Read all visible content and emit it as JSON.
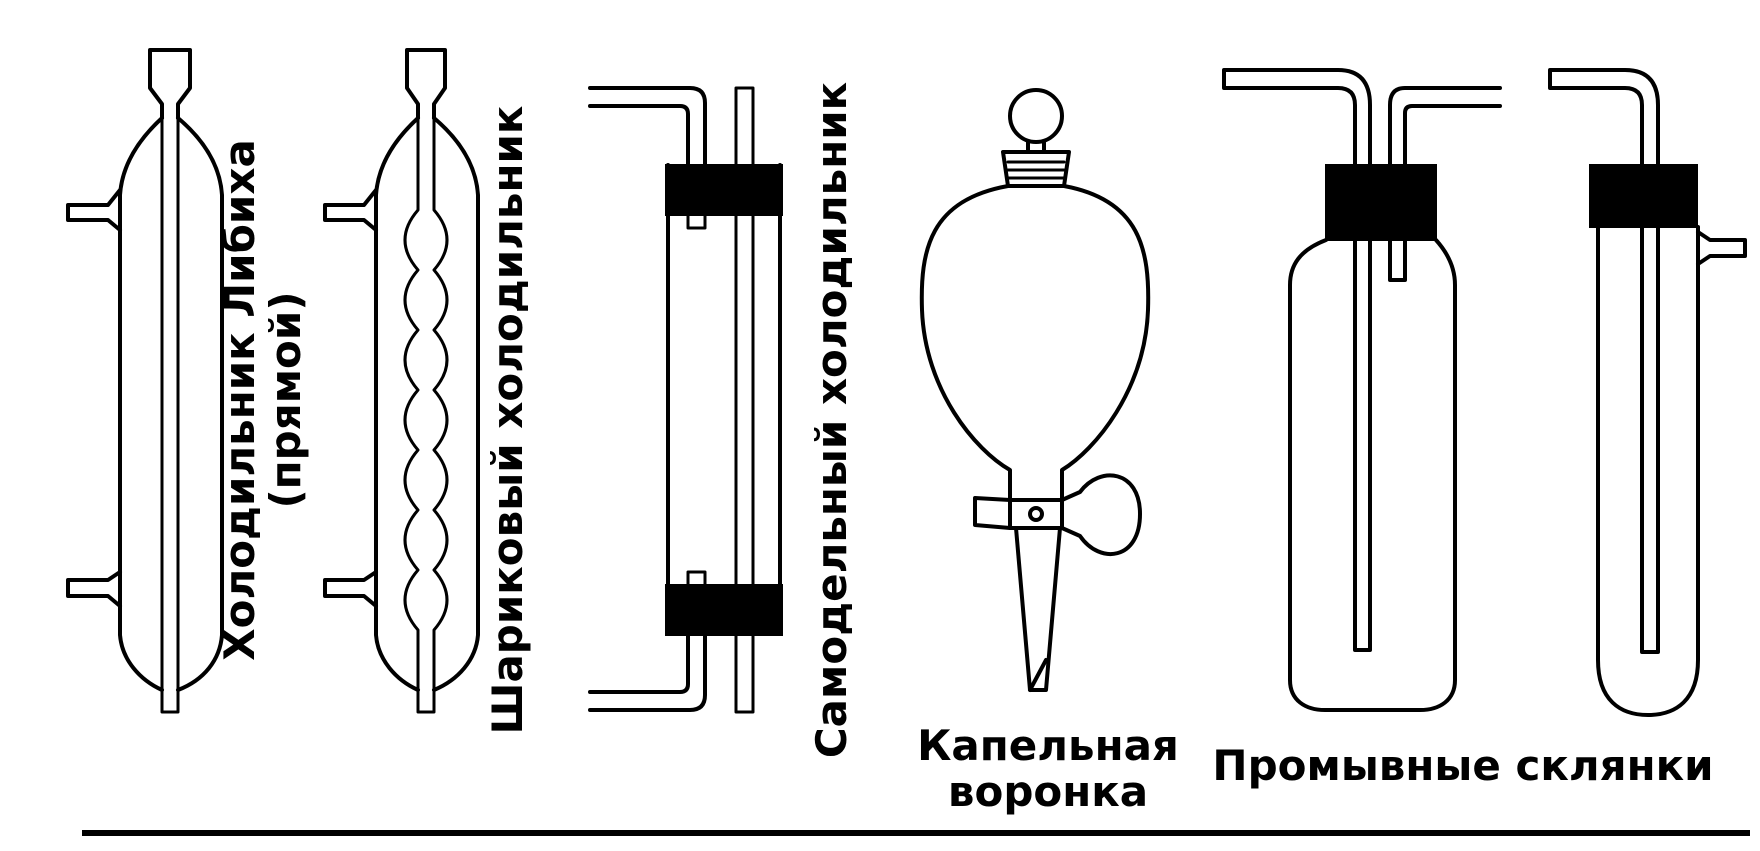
{
  "labels": {
    "liebig_line1": "Холодильник Либиха",
    "liebig_line2": "(прямой)",
    "ball": "Шариковый холодильник",
    "homemade": "Самодельный холодильник",
    "funnel_line1": "Капельная",
    "funnel_line2": "воронка",
    "wash": "Промывные склянки"
  }
}
